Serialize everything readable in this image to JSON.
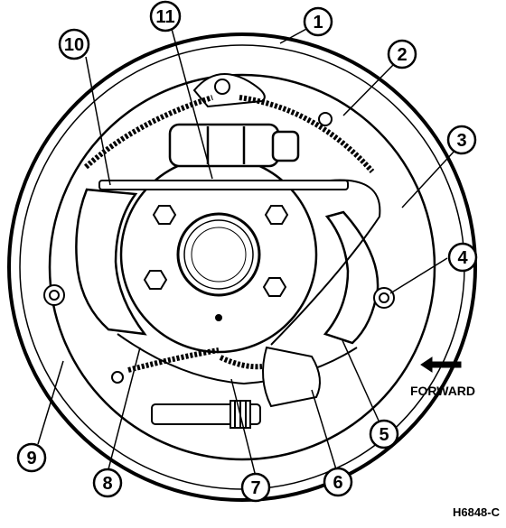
{
  "diagram": {
    "callouts": [
      {
        "id": "1",
        "label": "1"
      },
      {
        "id": "2",
        "label": "2"
      },
      {
        "id": "3",
        "label": "3"
      },
      {
        "id": "4",
        "label": "4"
      },
      {
        "id": "5",
        "label": "5"
      },
      {
        "id": "6",
        "label": "6"
      },
      {
        "id": "7",
        "label": "7"
      },
      {
        "id": "8",
        "label": "8"
      },
      {
        "id": "9",
        "label": "9"
      },
      {
        "id": "10",
        "label": "10"
      },
      {
        "id": "11",
        "label": "11"
      }
    ],
    "forward_label": "FORWARD",
    "figure_code": "H6848-C"
  }
}
